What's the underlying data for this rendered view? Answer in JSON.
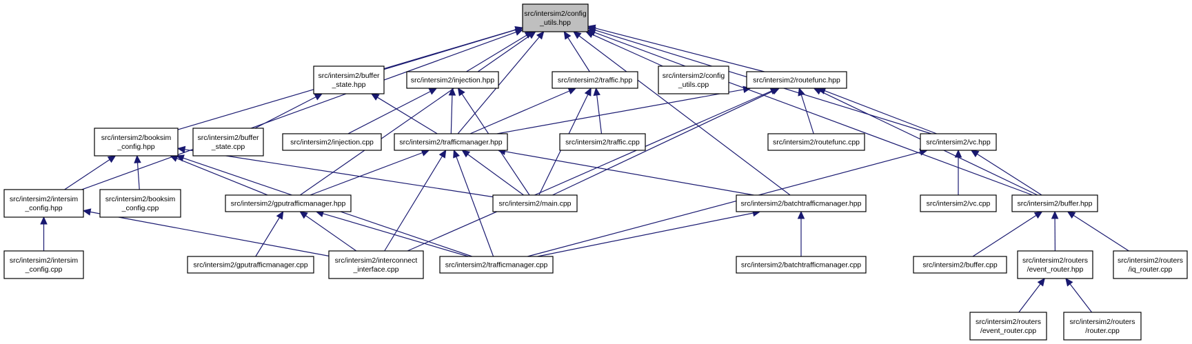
{
  "graph": {
    "edge_color": "#191970",
    "root_fill": "#bfbfbf",
    "nodes": [
      {
        "id": "config_utils_hpp",
        "lines": [
          "src/intersim2/config",
          "_utils.hpp"
        ],
        "root": true
      },
      {
        "id": "buffer_state_hpp",
        "lines": [
          "src/intersim2/buffer",
          "_state.hpp"
        ]
      },
      {
        "id": "injection_hpp",
        "lines": [
          "src/intersim2/injection.hpp"
        ]
      },
      {
        "id": "traffic_hpp",
        "lines": [
          "src/intersim2/traffic.hpp"
        ]
      },
      {
        "id": "config_utils_cpp",
        "lines": [
          "src/intersim2/config",
          "_utils.cpp"
        ]
      },
      {
        "id": "routefunc_hpp",
        "lines": [
          "src/intersim2/routefunc.hpp"
        ]
      },
      {
        "id": "booksim_config_hpp",
        "lines": [
          "src/intersim2/booksim",
          "_config.hpp"
        ]
      },
      {
        "id": "buffer_state_cpp",
        "lines": [
          "src/intersim2/buffer",
          "_state.cpp"
        ]
      },
      {
        "id": "injection_cpp",
        "lines": [
          "src/intersim2/injection.cpp"
        ]
      },
      {
        "id": "trafficmanager_hpp",
        "lines": [
          "src/intersim2/trafficmanager.hpp"
        ]
      },
      {
        "id": "traffic_cpp",
        "lines": [
          "src/intersim2/traffic.cpp"
        ]
      },
      {
        "id": "routefunc_cpp",
        "lines": [
          "src/intersim2/routefunc.cpp"
        ]
      },
      {
        "id": "vc_hpp",
        "lines": [
          "src/intersim2/vc.hpp"
        ]
      },
      {
        "id": "intersim_config_hpp",
        "lines": [
          "src/intersim2/intersim",
          "_config.hpp"
        ]
      },
      {
        "id": "booksim_config_cpp",
        "lines": [
          "src/intersim2/booksim",
          "_config.cpp"
        ]
      },
      {
        "id": "gputrafficmanager_hpp",
        "lines": [
          "src/intersim2/gputrafficmanager.hpp"
        ]
      },
      {
        "id": "main_cpp",
        "lines": [
          "src/intersim2/main.cpp"
        ]
      },
      {
        "id": "batchtrafficmanager_hpp",
        "lines": [
          "src/intersim2/batchtrafficmanager.hpp"
        ]
      },
      {
        "id": "vc_cpp",
        "lines": [
          "src/intersim2/vc.cpp"
        ]
      },
      {
        "id": "buffer_hpp",
        "lines": [
          "src/intersim2/buffer.hpp"
        ]
      },
      {
        "id": "intersim_config_cpp",
        "lines": [
          "src/intersim2/intersim",
          "_config.cpp"
        ]
      },
      {
        "id": "gputrafficmanager_cpp",
        "lines": [
          "src/intersim2/gputrafficmanager.cpp"
        ]
      },
      {
        "id": "interconnect_interface_cpp",
        "lines": [
          "src/intersim2/interconnect",
          "_interface.cpp"
        ]
      },
      {
        "id": "trafficmanager_cpp",
        "lines": [
          "src/intersim2/trafficmanager.cpp"
        ]
      },
      {
        "id": "batchtrafficmanager_cpp",
        "lines": [
          "src/intersim2/batchtrafficmanager.cpp"
        ]
      },
      {
        "id": "buffer_cpp",
        "lines": [
          "src/intersim2/buffer.cpp"
        ]
      },
      {
        "id": "event_router_hpp",
        "lines": [
          "src/intersim2/routers",
          "/event_router.hpp"
        ]
      },
      {
        "id": "iq_router_cpp",
        "lines": [
          "src/intersim2/routers",
          "/iq_router.cpp"
        ]
      },
      {
        "id": "event_router_cpp",
        "lines": [
          "src/intersim2/routers",
          "/event_router.cpp"
        ]
      },
      {
        "id": "router_cpp",
        "lines": [
          "src/intersim2/routers",
          "/router.cpp"
        ]
      }
    ],
    "edges": [
      [
        "config_utils_hpp",
        "buffer_state_hpp"
      ],
      [
        "config_utils_hpp",
        "injection_hpp"
      ],
      [
        "config_utils_hpp",
        "traffic_hpp"
      ],
      [
        "config_utils_hpp",
        "config_utils_cpp"
      ],
      [
        "config_utils_hpp",
        "routefunc_hpp"
      ],
      [
        "config_utils_hpp",
        "booksim_config_hpp"
      ],
      [
        "config_utils_hpp",
        "trafficmanager_hpp"
      ],
      [
        "config_utils_hpp",
        "vc_hpp"
      ],
      [
        "config_utils_hpp",
        "intersim_config_hpp"
      ],
      [
        "config_utils_hpp",
        "gputrafficmanager_hpp"
      ],
      [
        "config_utils_hpp",
        "batchtrafficmanager_hpp"
      ],
      [
        "config_utils_hpp",
        "buffer_hpp"
      ],
      [
        "buffer_state_hpp",
        "buffer_state_cpp"
      ],
      [
        "buffer_state_hpp",
        "trafficmanager_hpp"
      ],
      [
        "injection_hpp",
        "injection_cpp"
      ],
      [
        "injection_hpp",
        "trafficmanager_hpp"
      ],
      [
        "injection_hpp",
        "main_cpp"
      ],
      [
        "traffic_hpp",
        "trafficmanager_hpp"
      ],
      [
        "traffic_hpp",
        "traffic_cpp"
      ],
      [
        "traffic_hpp",
        "main_cpp"
      ],
      [
        "routefunc_hpp",
        "trafficmanager_hpp"
      ],
      [
        "routefunc_hpp",
        "routefunc_cpp"
      ],
      [
        "routefunc_hpp",
        "vc_hpp"
      ],
      [
        "routefunc_hpp",
        "main_cpp"
      ],
      [
        "routefunc_hpp",
        "buffer_hpp"
      ],
      [
        "routefunc_hpp",
        "interconnect_interface_cpp"
      ],
      [
        "booksim_config_hpp",
        "intersim_config_hpp"
      ],
      [
        "booksim_config_hpp",
        "booksim_config_cpp"
      ],
      [
        "booksim_config_hpp",
        "gputrafficmanager_hpp"
      ],
      [
        "booksim_config_hpp",
        "main_cpp"
      ],
      [
        "booksim_config_hpp",
        "trafficmanager_cpp"
      ],
      [
        "trafficmanager_hpp",
        "gputrafficmanager_hpp"
      ],
      [
        "trafficmanager_hpp",
        "main_cpp"
      ],
      [
        "trafficmanager_hpp",
        "batchtrafficmanager_hpp"
      ],
      [
        "trafficmanager_hpp",
        "interconnect_interface_cpp"
      ],
      [
        "trafficmanager_hpp",
        "trafficmanager_cpp"
      ],
      [
        "vc_hpp",
        "vc_cpp"
      ],
      [
        "vc_hpp",
        "buffer_hpp"
      ],
      [
        "vc_hpp",
        "trafficmanager_cpp"
      ],
      [
        "intersim_config_hpp",
        "intersim_config_cpp"
      ],
      [
        "intersim_config_hpp",
        "interconnect_interface_cpp"
      ],
      [
        "gputrafficmanager_hpp",
        "gputrafficmanager_cpp"
      ],
      [
        "gputrafficmanager_hpp",
        "interconnect_interface_cpp"
      ],
      [
        "gputrafficmanager_hpp",
        "trafficmanager_cpp"
      ],
      [
        "batchtrafficmanager_hpp",
        "trafficmanager_cpp"
      ],
      [
        "batchtrafficmanager_hpp",
        "batchtrafficmanager_cpp"
      ],
      [
        "buffer_hpp",
        "buffer_cpp"
      ],
      [
        "buffer_hpp",
        "event_router_hpp"
      ],
      [
        "buffer_hpp",
        "iq_router_cpp"
      ],
      [
        "event_router_hpp",
        "event_router_cpp"
      ],
      [
        "event_router_hpp",
        "router_cpp"
      ]
    ]
  }
}
